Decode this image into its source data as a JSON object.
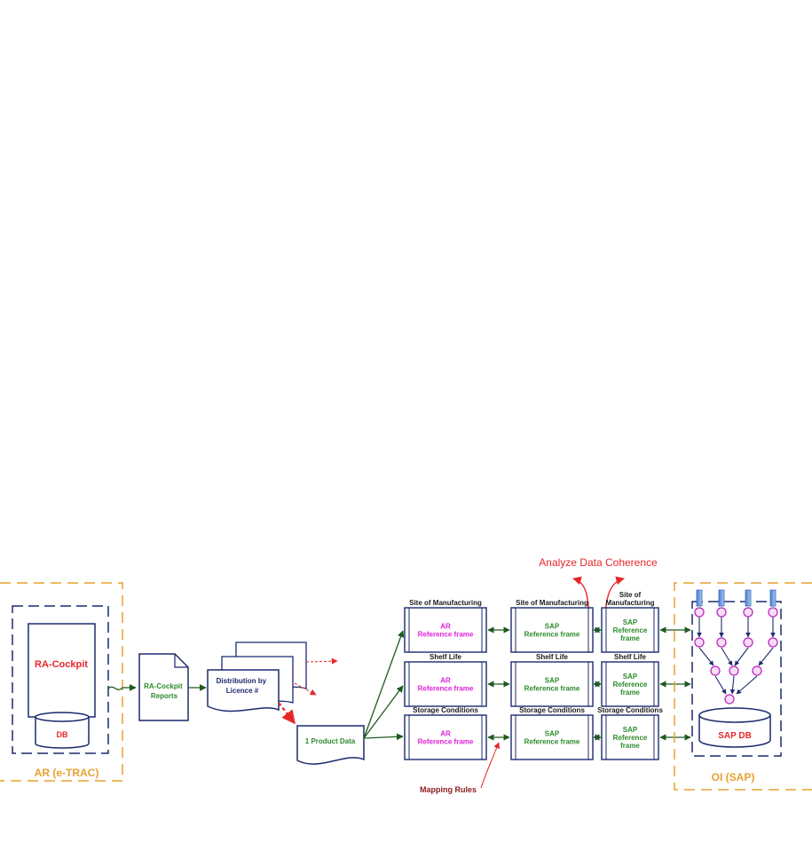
{
  "left_system": {
    "app": "RA-Cockpit",
    "db": "DB",
    "label": "AR (e-TRAC)"
  },
  "reports": "RA-Cockpit Reports",
  "distribution": "Distribution by Licence #",
  "product": "1 Product Data",
  "coherence": "Analyze Data Coherence",
  "mapping": "Mapping Rules",
  "rows": [
    {
      "ar_header": "Site of Manufacturing",
      "sap_header": "Site of Manufacturing",
      "sap2_header": "Site of Manufacturing",
      "ar_box": "AR Reference frame",
      "sap_box": "SAP Reference frame",
      "sap2_box": "SAP Reference frame"
    },
    {
      "ar_header": "Shelf Life",
      "sap_header": "Shelf Life",
      "sap2_header": "Shelf Life",
      "ar_box": "AR Reference frame",
      "sap_box": "SAP Reference frame",
      "sap2_box": "SAP Reference frame"
    },
    {
      "ar_header": "Storage Conditions",
      "sap_header": "Storage Conditions",
      "sap2_header": "Storage Conditions",
      "ar_box": "AR Reference frame",
      "sap_box": "SAP Reference frame",
      "sap2_box": "SAP Reference frame"
    }
  ],
  "right_system": {
    "db": "SAP DB",
    "label": "OI (SAP)"
  },
  "colors": {
    "red": "#e8262a",
    "navy": "#1b2a6e",
    "green": "#2c8a2c",
    "magenta": "#e01fd8",
    "orange": "#e8a12e",
    "dark_green": "#1f5a1f"
  }
}
